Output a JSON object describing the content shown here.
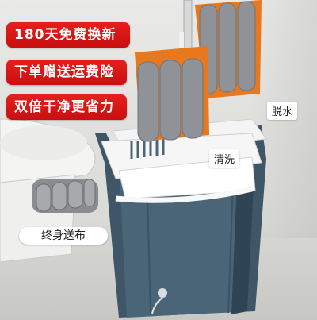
{
  "promos": {
    "warranty": "180天免费换新",
    "freight": "下单赠送运费险",
    "efficiency": "双倍干净更省力"
  },
  "labels": {
    "spin_dry": "脱水",
    "wash": "清洗",
    "lifetime_pads": "终身送布"
  },
  "colors": {
    "badge_red": "#d8141a",
    "bucket_blue": "#3e5668",
    "mop_head_orange": "#e8781e",
    "pad_gray": "#8f9398"
  },
  "icons": [
    "mop-icon",
    "bucket-icon",
    "pads-icon"
  ]
}
